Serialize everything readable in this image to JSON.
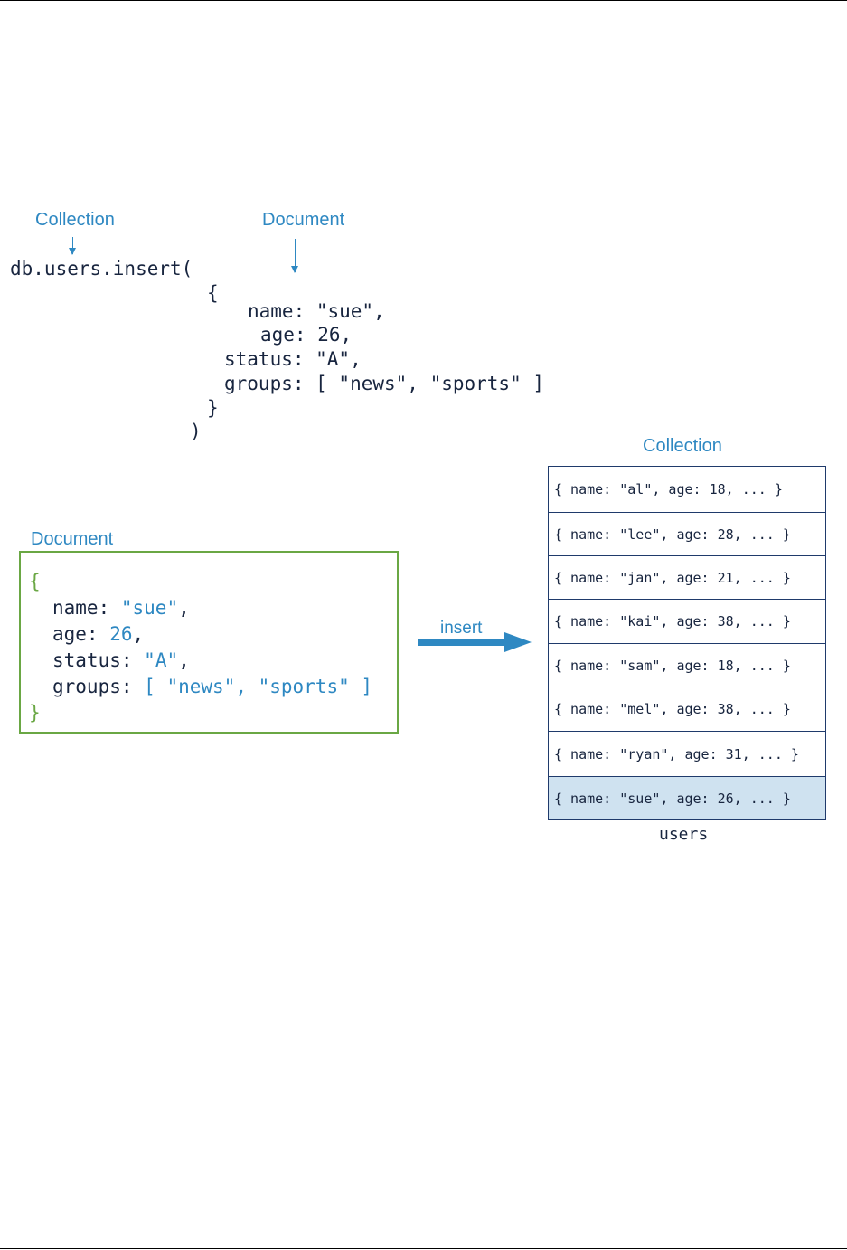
{
  "top_labels": {
    "collection": "Collection",
    "document": "Document"
  },
  "insert_code": [
    "db.users.insert(",
    "{",
    "name: \"sue\",",
    "age: 26,",
    "status: \"A\",",
    "groups: [ \"news\", \"sports\" ]",
    "}",
    ")"
  ],
  "document_box": {
    "label": "Document",
    "open_brace": "{",
    "close_brace": "}",
    "fields": [
      {
        "key": "name:",
        "value": "\"sue\"",
        "suffix": ","
      },
      {
        "key": "age:",
        "value": "26",
        "suffix": ","
      },
      {
        "key": "status:",
        "value": "\"A\"",
        "suffix": ","
      },
      {
        "key": "groups:",
        "value": "[ \"news\", \"sports\" ]",
        "suffix": ""
      }
    ]
  },
  "insert_arrow_label": "insert",
  "collection": {
    "label": "Collection",
    "name": "users",
    "rows": [
      "{ name: \"al\", age: 18, ... }",
      "{ name: \"lee\", age: 28, ... }",
      "{ name: \"jan\", age: 21, ... }",
      "{ name: \"kai\", age: 38, ... }",
      "{ name: \"sam\", age: 18, ... }",
      "{ name: \"mel\", age: 38, ... }",
      "{ name: \"ryan\", age: 31, ... }",
      "{ name: \"sue\", age: 26, ... }"
    ],
    "highlight_color": "#cfe2f0"
  },
  "colors": {
    "accent_blue": "#2e88c2",
    "document_green": "#6aa744",
    "code_text": "#18253f",
    "collection_border": "#1f3a6b"
  }
}
